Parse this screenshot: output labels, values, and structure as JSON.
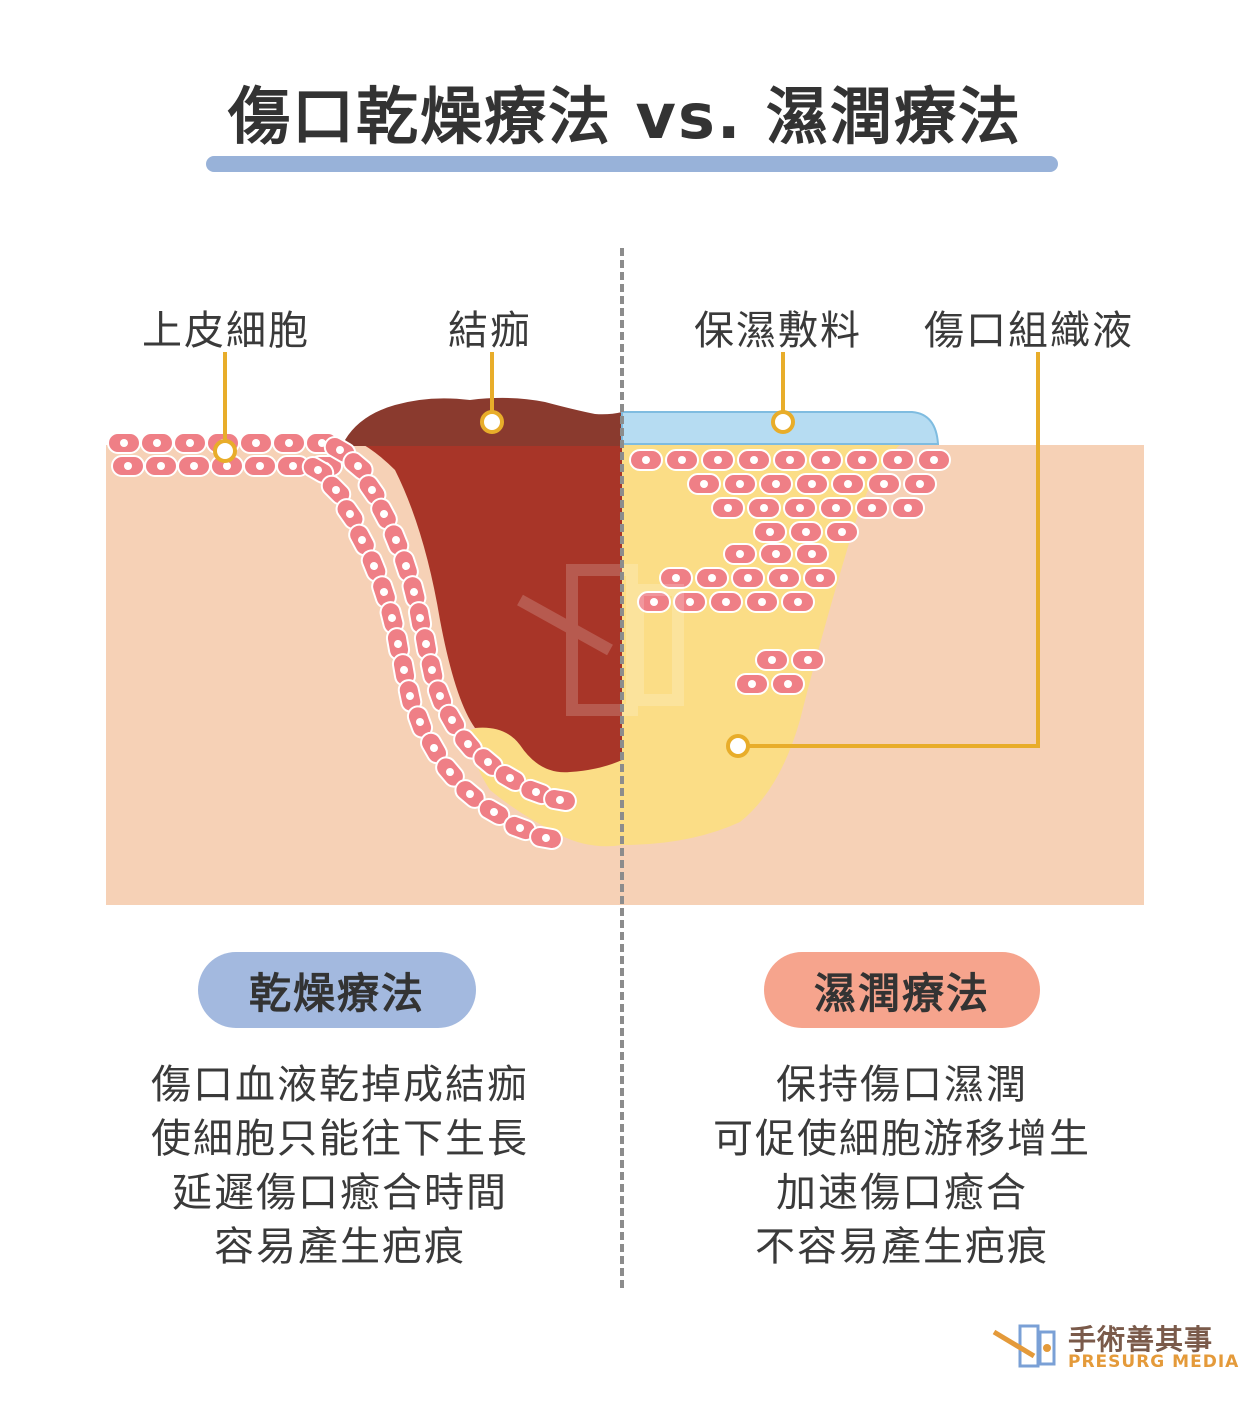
{
  "title": "傷口乾燥療法 vs. 濕潤療法",
  "labels": {
    "epithelial_cells": "上皮細胞",
    "scab": "結痂",
    "moist_dressing": "保濕敷料",
    "wound_fluid": "傷口組織液"
  },
  "dry": {
    "name": "乾燥療法",
    "lines": [
      "傷口血液乾掉成結痂",
      "使細胞只能往下生長",
      "延遲傷口癒合時間",
      "容易產生疤痕"
    ]
  },
  "moist": {
    "name": "濕潤療法",
    "lines": [
      "保持傷口濕潤",
      "可促使細胞游移增生",
      "加速傷口癒合",
      "不容易產生疤痕"
    ]
  },
  "logo": {
    "name_cn": "手術善其事",
    "name_en": "PRESURG MEDIA"
  },
  "colors": {
    "skin": "#f6d1b6",
    "cell": "#ef7f86",
    "scab_top": "#8a3a2e",
    "scab": "#a83528",
    "fluid": "#fbdd86",
    "dressing": "#b6dcf2",
    "leader": "#e8ad2a",
    "title_bar": "#98b2d9",
    "pill_dry": "#a3b9df",
    "pill_moist": "#f6a48d"
  }
}
